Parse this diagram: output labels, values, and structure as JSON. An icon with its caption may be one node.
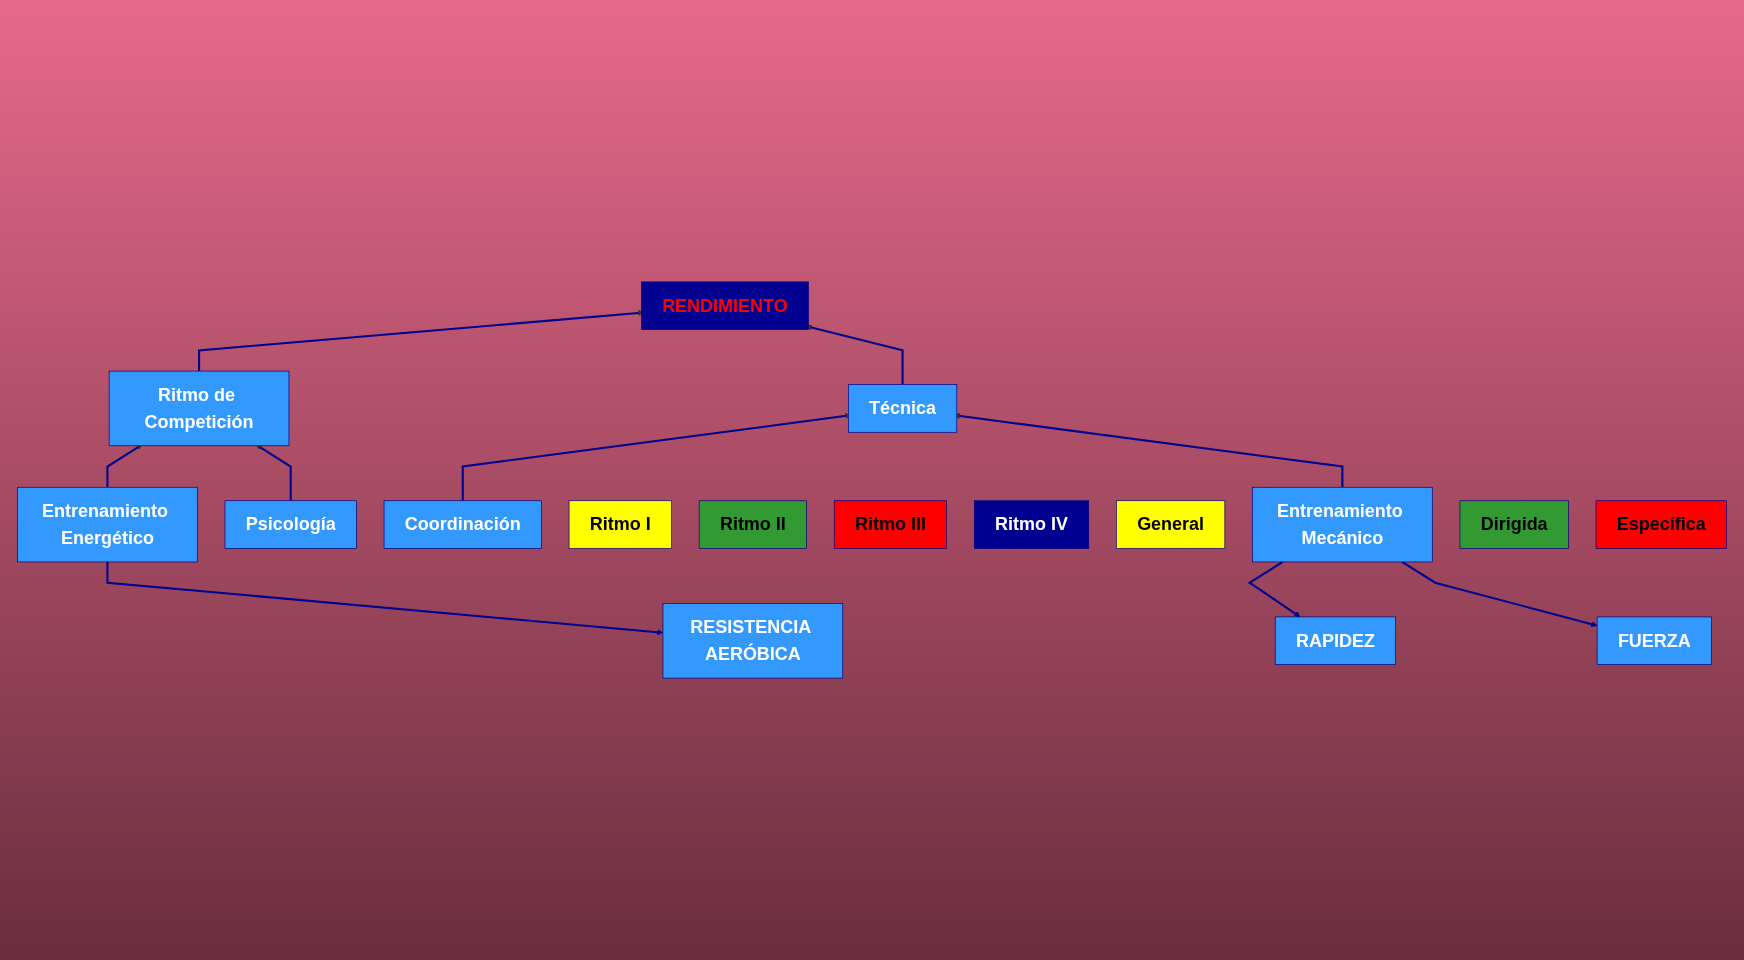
{
  "diagram": {
    "nodes": [
      {
        "text": [
          "RENDIMIENTO"
        ]
      },
      {
        "text": [
          "Ritmo de Competición"
        ]
      },
      {
        "text": [
          "Técnica"
        ]
      },
      {
        "text": [
          "Entrenamiento Energético"
        ]
      },
      {
        "text": [
          "Psicología"
        ]
      },
      {
        "text": [
          "Coordinación"
        ]
      },
      {
        "text": [
          "Entrenamiento Mecánico"
        ]
      },
      {
        "text": [
          "RESISTENCIA AERÓBICA"
        ]
      },
      {
        "text": [
          "RAPIDEZ"
        ]
      },
      {
        "text": [
          "FUERZA"
        ]
      },
      {
        "text": [
          "Ritmo I"
        ]
      },
      {
        "text": [
          "Ritmo II"
        ]
      },
      {
        "text": [
          "Ritmo III"
        ]
      },
      {
        "text": [
          "Ritmo IV"
        ]
      },
      {
        "text": [
          "General"
        ]
      },
      {
        "text": [
          "Dirigida"
        ]
      },
      {
        "text": [
          "Específica"
        ]
      }
    ],
    "edges": [
      {
        "from": 1,
        "to": 0,
        "arrow": "to"
      },
      {
        "from": 2,
        "to": 0,
        "arrow": "to"
      },
      {
        "from": 3,
        "to": 1,
        "arrow": "to"
      },
      {
        "from": 4,
        "to": 1,
        "arrow": "to"
      },
      {
        "from": 5,
        "to": 2,
        "arrow": "to"
      },
      {
        "from": 6,
        "to": 2,
        "arrow": "to"
      },
      {
        "from": 3,
        "to": 7,
        "arrow": "to"
      },
      {
        "from": 6,
        "to": 8,
        "arrow": "to"
      },
      {
        "from": 6,
        "to": 9,
        "arrow": "to"
      }
    ]
  }
}
